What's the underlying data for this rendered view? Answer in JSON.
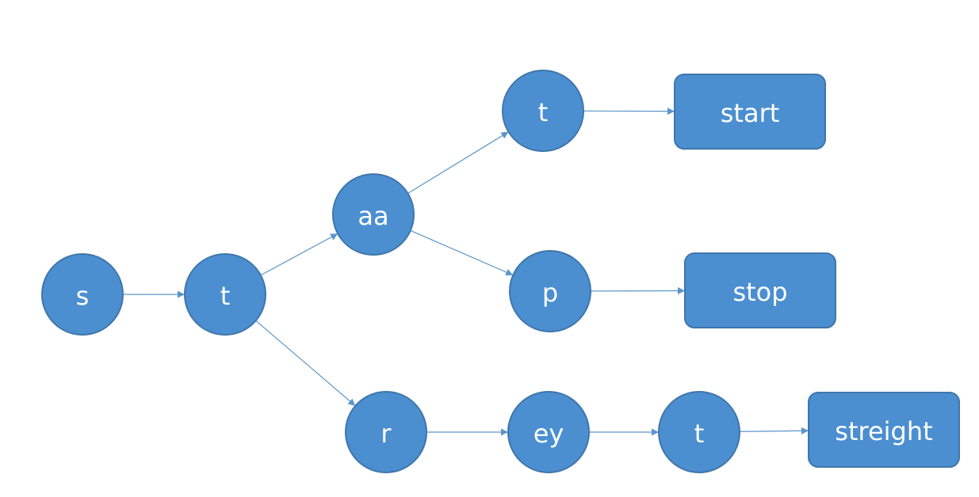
{
  "colors": {
    "node_fill": "#4b8fd1",
    "node_stroke": "#3f76ab",
    "edge": "#5b95c9",
    "label": "#ffffff",
    "background": "#ffffff"
  },
  "nodes": [
    {
      "id": "s",
      "label": "s",
      "shape": "circle"
    },
    {
      "id": "t1",
      "label": "t",
      "shape": "circle"
    },
    {
      "id": "aa",
      "label": "aa",
      "shape": "circle"
    },
    {
      "id": "r",
      "label": "r",
      "shape": "circle"
    },
    {
      "id": "t2",
      "label": "t",
      "shape": "circle"
    },
    {
      "id": "p",
      "label": "p",
      "shape": "circle"
    },
    {
      "id": "ey",
      "label": "ey",
      "shape": "circle"
    },
    {
      "id": "t3",
      "label": "t",
      "shape": "circle"
    },
    {
      "id": "start",
      "label": "start",
      "shape": "rounded-rect"
    },
    {
      "id": "stop",
      "label": "stop",
      "shape": "rounded-rect"
    },
    {
      "id": "streight",
      "label": "streight",
      "shape": "rounded-rect"
    }
  ],
  "edges": [
    {
      "from": "s",
      "to": "t1"
    },
    {
      "from": "t1",
      "to": "aa"
    },
    {
      "from": "t1",
      "to": "r"
    },
    {
      "from": "aa",
      "to": "t2"
    },
    {
      "from": "aa",
      "to": "p"
    },
    {
      "from": "t2",
      "to": "start"
    },
    {
      "from": "p",
      "to": "stop"
    },
    {
      "from": "r",
      "to": "ey"
    },
    {
      "from": "ey",
      "to": "t3"
    },
    {
      "from": "t3",
      "to": "streight"
    }
  ]
}
